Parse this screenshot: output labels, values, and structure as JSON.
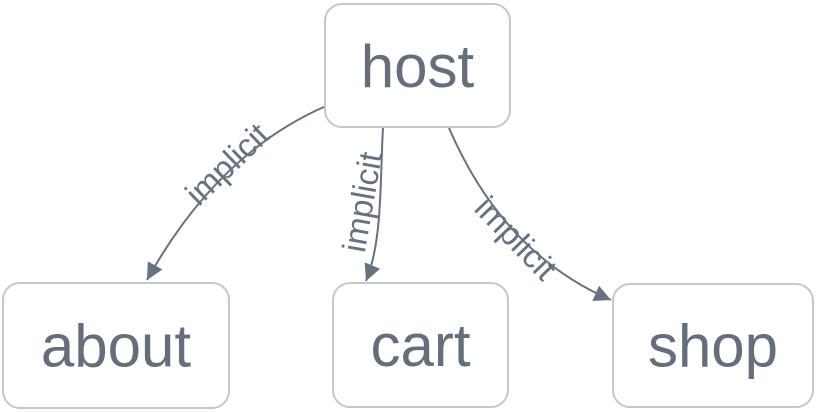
{
  "graph": {
    "nodes": [
      {
        "id": "host",
        "label": "host"
      },
      {
        "id": "about",
        "label": "about"
      },
      {
        "id": "cart",
        "label": "cart"
      },
      {
        "id": "shop",
        "label": "shop"
      }
    ],
    "edges": [
      {
        "source": "host",
        "target": "about",
        "label": "implicit"
      },
      {
        "source": "host",
        "target": "cart",
        "label": "implicit"
      },
      {
        "source": "host",
        "target": "shop",
        "label": "implicit"
      }
    ],
    "colors": {
      "background": "#ffffff",
      "edge": "#667183",
      "edge_label": "#667183",
      "node_fill": "#ffffff",
      "node_border": "#c5c7ca",
      "node_text": "#646e7d"
    }
  }
}
